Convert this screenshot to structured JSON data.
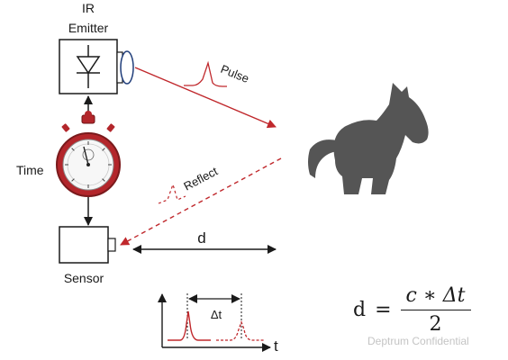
{
  "labels": {
    "emitter_line1": "IR",
    "emitter_line2": "Emitter",
    "time": "Time",
    "sensor": "Sensor",
    "pulse": "Pulse",
    "reflect": "Reflect",
    "distance": "d",
    "delta_t": "Δt",
    "time_axis": "t"
  },
  "formula": {
    "lhs": "d",
    "equals": "=",
    "numerator": "c ∗ Δt",
    "denominator": "2"
  },
  "watermark": "Deptrum Confidential",
  "colors": {
    "signal_red": "#c0282c",
    "target_gray": "#555555",
    "stopwatch_red": "#b3262b",
    "outline": "#1a1a1a"
  },
  "icons": [
    "diode-icon",
    "lens-icon",
    "stopwatch-icon",
    "horse-icon"
  ]
}
